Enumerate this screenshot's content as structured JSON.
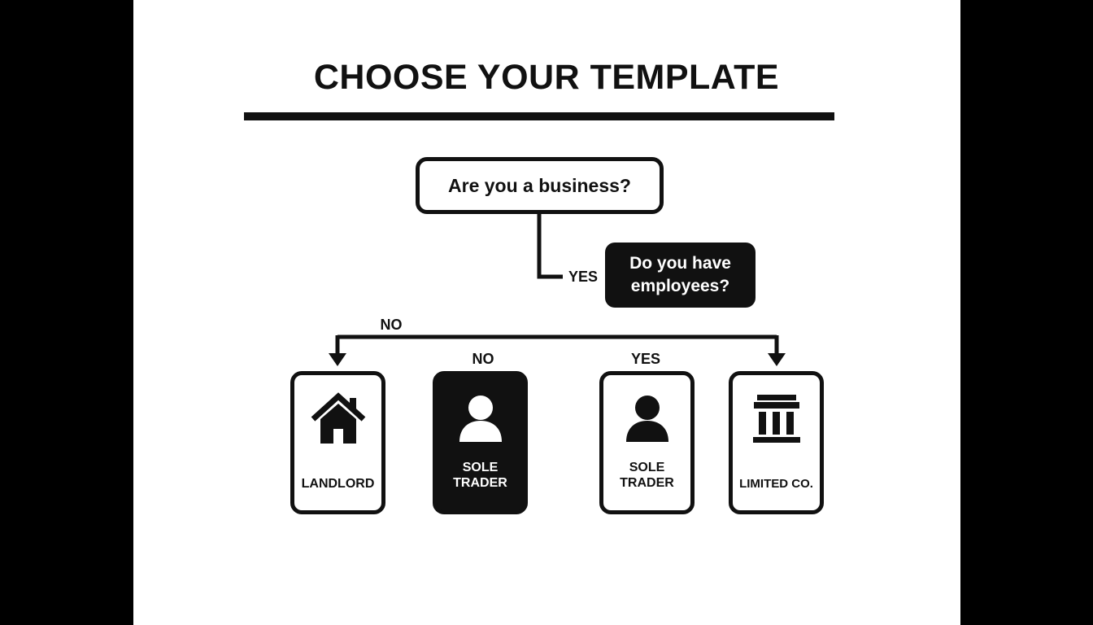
{
  "title": "CHOOSE YOUR TEMPLATE",
  "question_business": "Are you a business?",
  "question_employees": "Do you have\nemployees?",
  "labels": {
    "yes_business": "YES",
    "no_business": "NO",
    "no_employees": "NO",
    "yes_employees": "YES"
  },
  "cards": [
    {
      "label": "LANDLORD",
      "icon": "house-icon",
      "style": "outline"
    },
    {
      "label": "SOLE\nTRADER",
      "icon": "person-icon",
      "style": "filled"
    },
    {
      "label": "SOLE\nTRADER",
      "icon": "person-icon",
      "style": "outline"
    },
    {
      "label": "LIMITED CO.",
      "icon": "bank-building-icon",
      "style": "outline"
    }
  ],
  "colors": {
    "ink": "#111111",
    "paper": "#ffffff",
    "frame": "#000000"
  }
}
